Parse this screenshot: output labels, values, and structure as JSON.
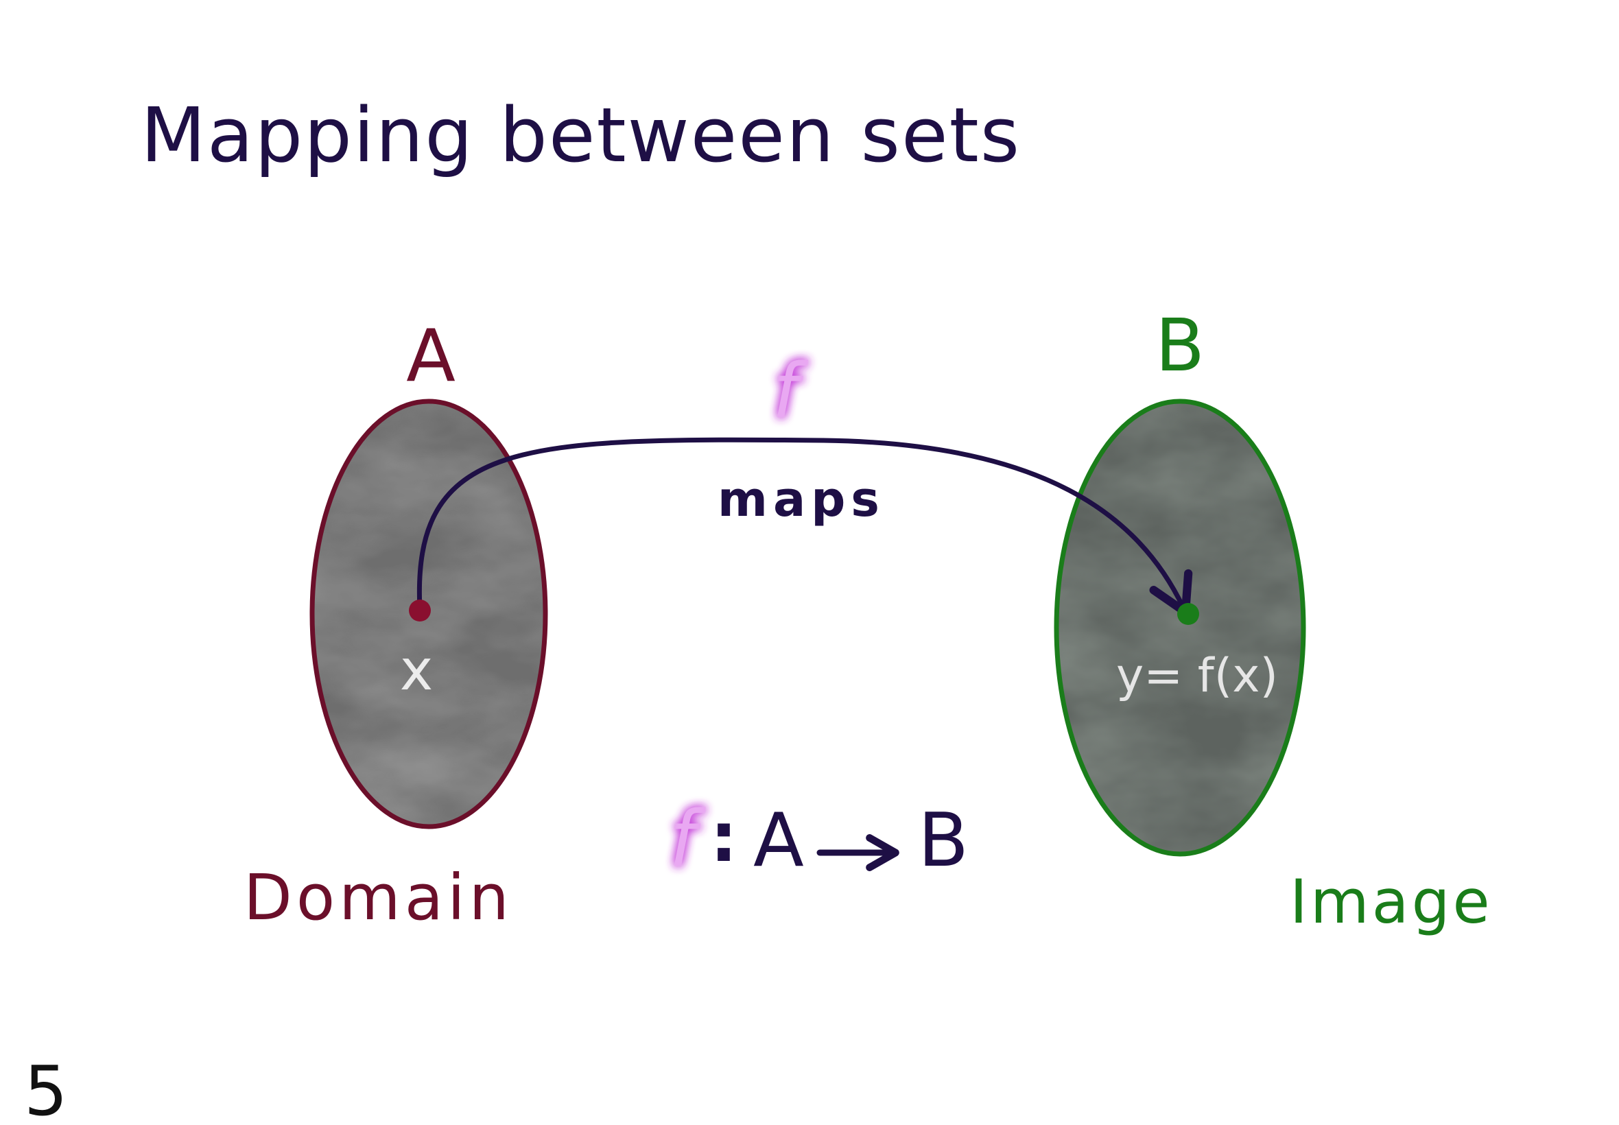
{
  "title": "Mapping between sets",
  "page_number": "5",
  "set_a": {
    "label": "A",
    "caption": "Domain",
    "element": "x",
    "color": "#6b0f2a"
  },
  "set_b": {
    "label": "B",
    "caption": "Image",
    "element": "y= f(x)",
    "color": "#1a7d1a"
  },
  "mapping": {
    "name": "f",
    "verb": "maps",
    "color": "#1e0f45"
  },
  "notation": {
    "func": "f",
    "colon": ":",
    "from": "A",
    "to": "B"
  },
  "colors": {
    "ink": "#1e0f45",
    "function_glow": "#c33bd8",
    "domain": "#6b0f2a",
    "image": "#1a7d1a"
  }
}
